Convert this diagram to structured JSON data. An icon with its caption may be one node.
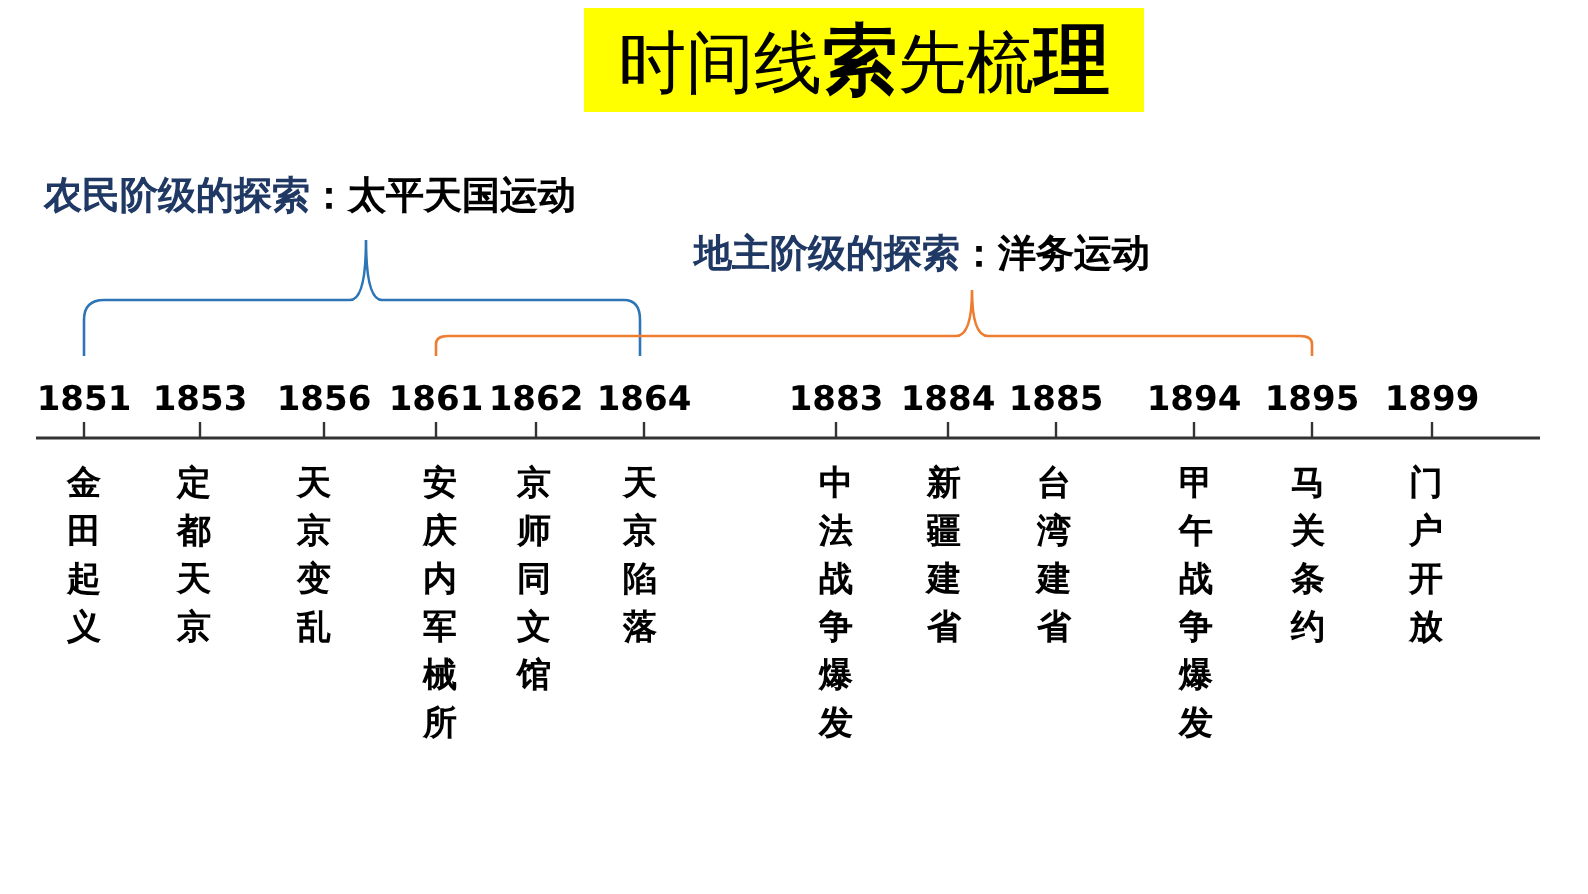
{
  "diagram": {
    "title": "时间线**索**先梳**理**",
    "labels": [
      "农民阶级的探索",
      "：太平天国运动",
      "地主阶级的探索",
      "：洋务运动",
      "1851",
      "1853",
      "1856",
      "1861",
      "1862",
      "1864",
      "1883",
      "1884",
      "1885",
      "1894",
      "1895",
      "1899",
      "金田起义",
      "定都天京",
      "天京变乱",
      "安庆内军械所",
      "京师同文馆",
      "天京陷落",
      "中法战争爆发",
      "新疆建省",
      "台湾建省",
      "甲午战争爆发",
      "马关条约",
      "门户开放"
    ]
  }
}
